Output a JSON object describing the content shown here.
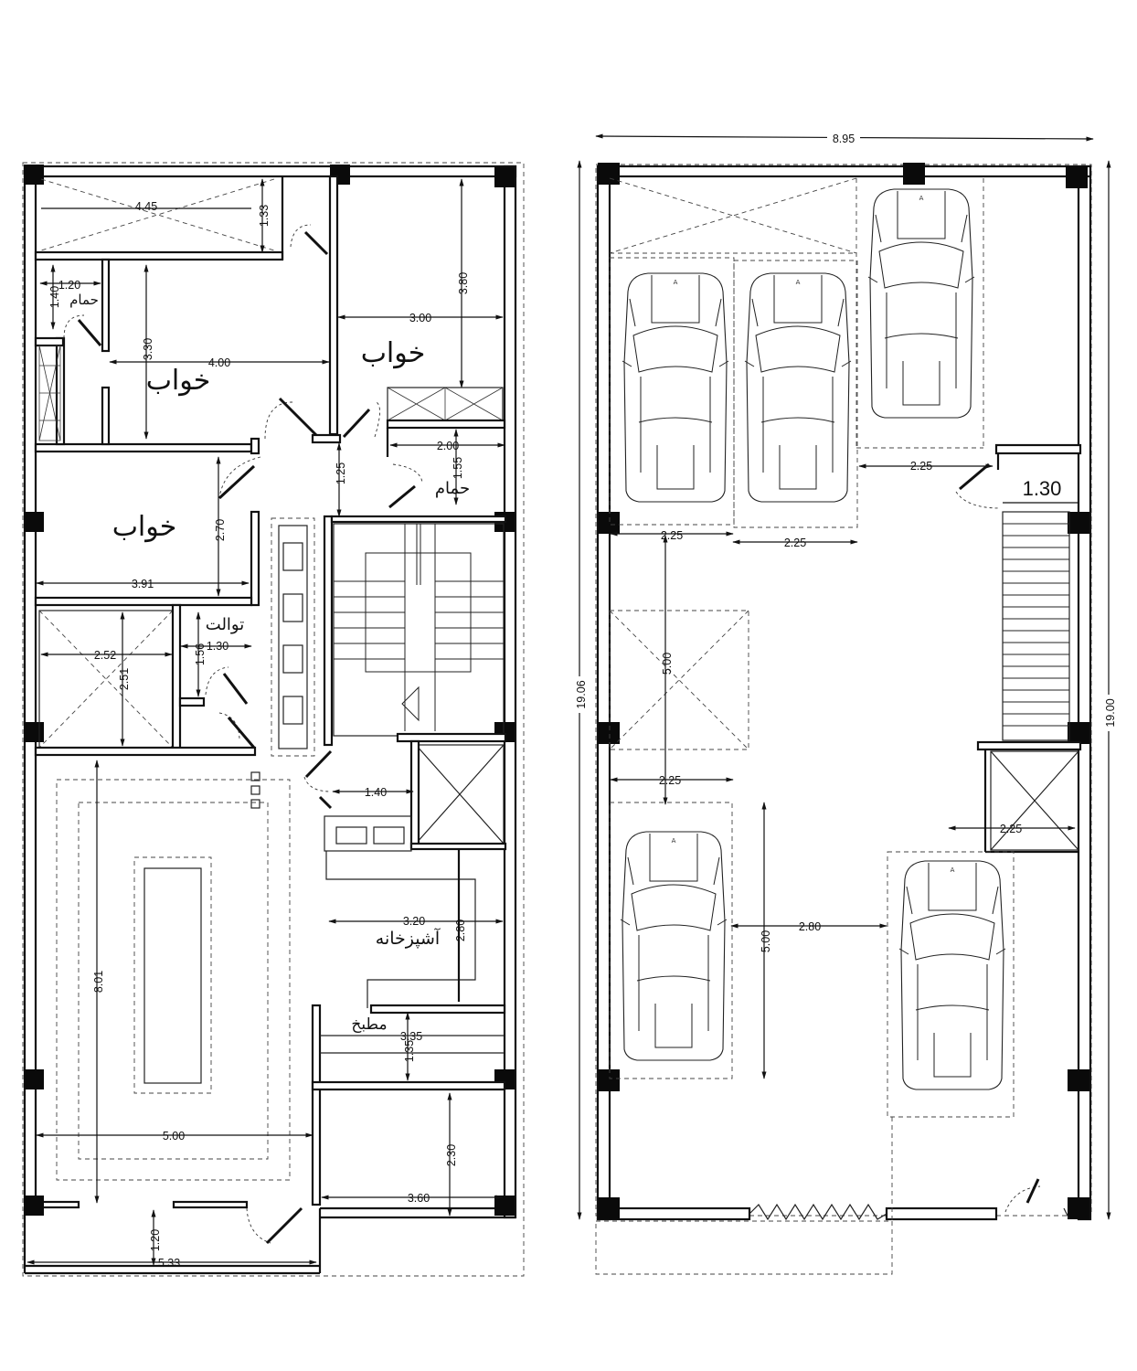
{
  "rooms": {
    "bedroom_top_left": "خواب",
    "bedroom_top_right": "خواب",
    "bedroom_mid": "خواب",
    "bath_small": "حمام",
    "bath_right": "حمام",
    "toilet": "توالت",
    "kitchen": "آشپزخانه",
    "cooking": "مطبخ"
  },
  "dims_left": {
    "d_445": "4.45",
    "d_133": "1.33",
    "d_380": "3.80",
    "d_120": "1.20",
    "d_140": "1.40",
    "d_300": "3.00",
    "d_330": "3.30",
    "d_400": "4.00",
    "d_200": "2.00",
    "d_155": "1.55",
    "d_125": "1.25",
    "d_270": "2.70",
    "d_391": "3.91",
    "d_252": "2.52",
    "d_251": "2.51",
    "d_156": "1.56",
    "d_130": "1.30",
    "d_140b": "1.40",
    "d_320": "3.20",
    "d_280": "2.80",
    "d_801": "8.01",
    "d_335": "3.35",
    "d_135": "1.35",
    "d_500": "5.00",
    "d_230": "2.30",
    "d_360": "3.60",
    "d_120b": "1.20",
    "d_533": "5.33"
  },
  "dims_right": {
    "width": "8.95",
    "height_left": "19.06",
    "height_right": "19.00",
    "d_225a": "2.25",
    "d_130": "1.30",
    "d_225b": "2.25",
    "d_225c": "2.25",
    "d_500a": "5.00",
    "d_225d": "2.25",
    "d_225e": "2.25",
    "d_280": "2.80",
    "d_500b": "5.00"
  }
}
